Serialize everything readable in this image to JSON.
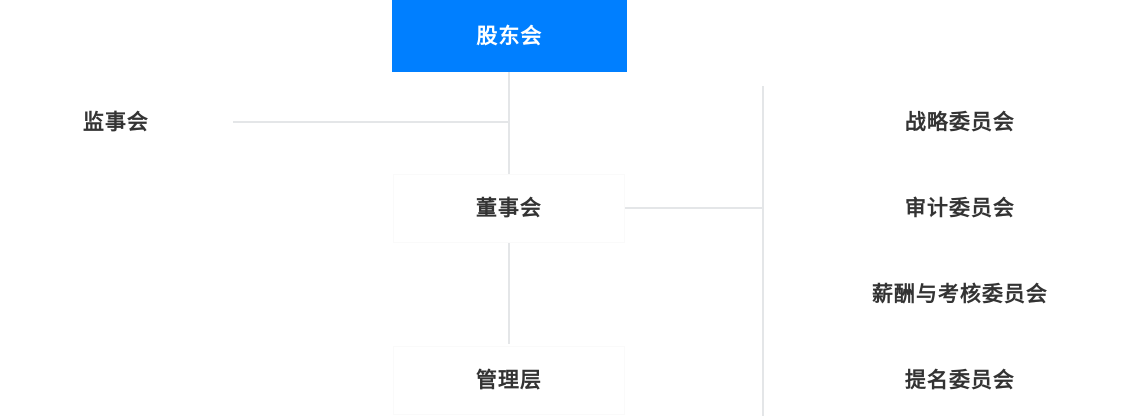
{
  "chart_data": {
    "type": "diagram",
    "subtype": "organizational-chart",
    "title": "",
    "colors": {
      "root_fill": "#007fff",
      "root_text": "#ffffff",
      "node_text": "#333333",
      "connector": "#e4e6e8",
      "background": "#ffffff"
    },
    "nodes": [
      {
        "id": "shareholders",
        "label": "股东会",
        "level": 0,
        "highlighted": true
      },
      {
        "id": "supervisors",
        "label": "监事会",
        "level": 1,
        "highlighted": false
      },
      {
        "id": "board",
        "label": "董事会",
        "level": 1,
        "highlighted": false
      },
      {
        "id": "management",
        "label": "管理层",
        "level": 2,
        "highlighted": false
      },
      {
        "id": "strategy",
        "label": "战略委员会",
        "level": 2,
        "highlighted": false
      },
      {
        "id": "audit",
        "label": "审计委员会",
        "level": 2,
        "highlighted": false
      },
      {
        "id": "remuneration",
        "label": "薪酬与考核委员会",
        "level": 2,
        "highlighted": false
      },
      {
        "id": "nomination",
        "label": "提名委员会",
        "level": 2,
        "highlighted": false
      }
    ],
    "edges": [
      {
        "from": "shareholders",
        "to": "supervisors"
      },
      {
        "from": "shareholders",
        "to": "board"
      },
      {
        "from": "board",
        "to": "management"
      },
      {
        "from": "board",
        "to": "strategy"
      },
      {
        "from": "board",
        "to": "audit"
      },
      {
        "from": "board",
        "to": "remuneration"
      },
      {
        "from": "board",
        "to": "nomination"
      }
    ]
  },
  "chart": {
    "root": {
      "label": "股东会"
    },
    "left": {
      "supervisors": "监事会"
    },
    "center": {
      "board": "董事会",
      "management": "管理层"
    },
    "committees": [
      {
        "label": "战略委员会"
      },
      {
        "label": "审计委员会"
      },
      {
        "label": "薪酬与考核委员会"
      },
      {
        "label": "提名委员会"
      }
    ]
  }
}
